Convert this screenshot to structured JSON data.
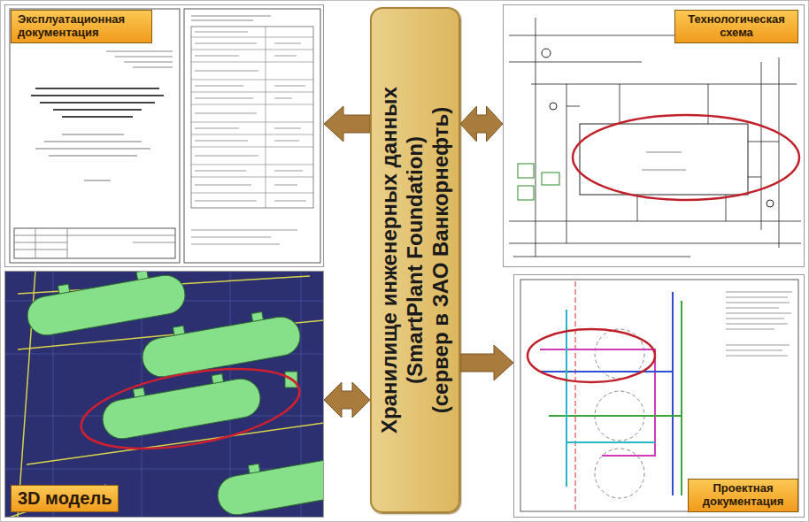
{
  "diagram": {
    "nodes": [
      {
        "text": [
          "Эксплуатационная документация"
        ]
      },
      {
        "text": [
          "Хранилище инженерных данных",
          "(SmartPlant Foundation)",
          "(сервер в ЗАО Ванкорнефть)"
        ]
      },
      {
        "text": [
          "Технологическая схема"
        ]
      },
      {
        "text": [
          "3D модель"
        ]
      },
      {
        "text": [
          "Проектная документация"
        ]
      }
    ],
    "edges": [
      {
        "from": 1,
        "to": 0,
        "arrow": "to"
      },
      {
        "from": 1,
        "to": 2,
        "arrow": "both"
      },
      {
        "from": 3,
        "to": 1,
        "arrow": "both"
      },
      {
        "from": 1,
        "to": 4,
        "arrow": "to"
      }
    ]
  }
}
